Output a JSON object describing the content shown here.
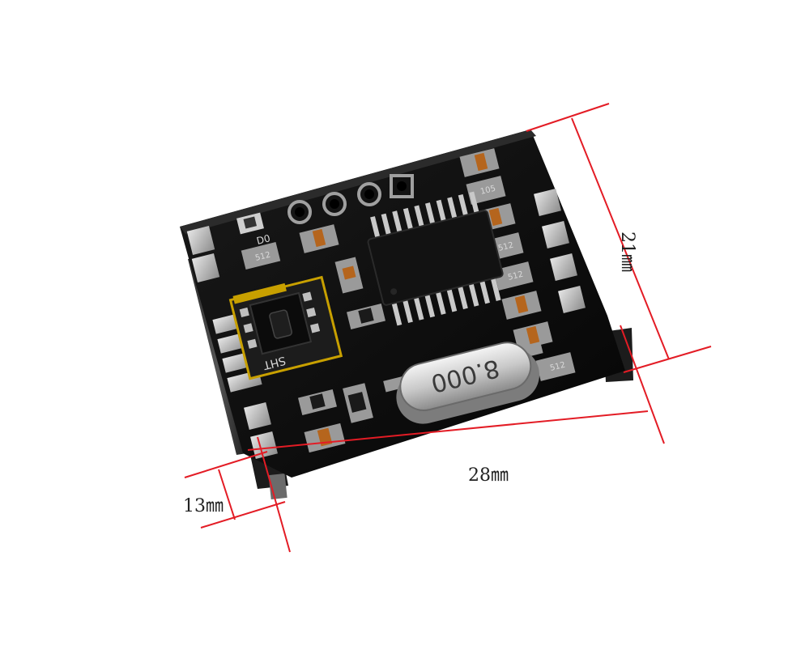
{
  "dimensions": {
    "height_label": "21㎜",
    "length_label": "28㎜",
    "thickness_label": "13㎜"
  },
  "board": {
    "sensor_label": "SHT",
    "crystal_marking": "8.000",
    "led_label": "D0",
    "resistor_code": "512",
    "resistor_code_alt": "105"
  },
  "colors": {
    "dimension_line": "#e31c25",
    "pcb": "#0d0d0d",
    "pad": "#b8b8b8",
    "smd_cap": "#b5651d",
    "sensor_pcb": "#c8a000"
  }
}
